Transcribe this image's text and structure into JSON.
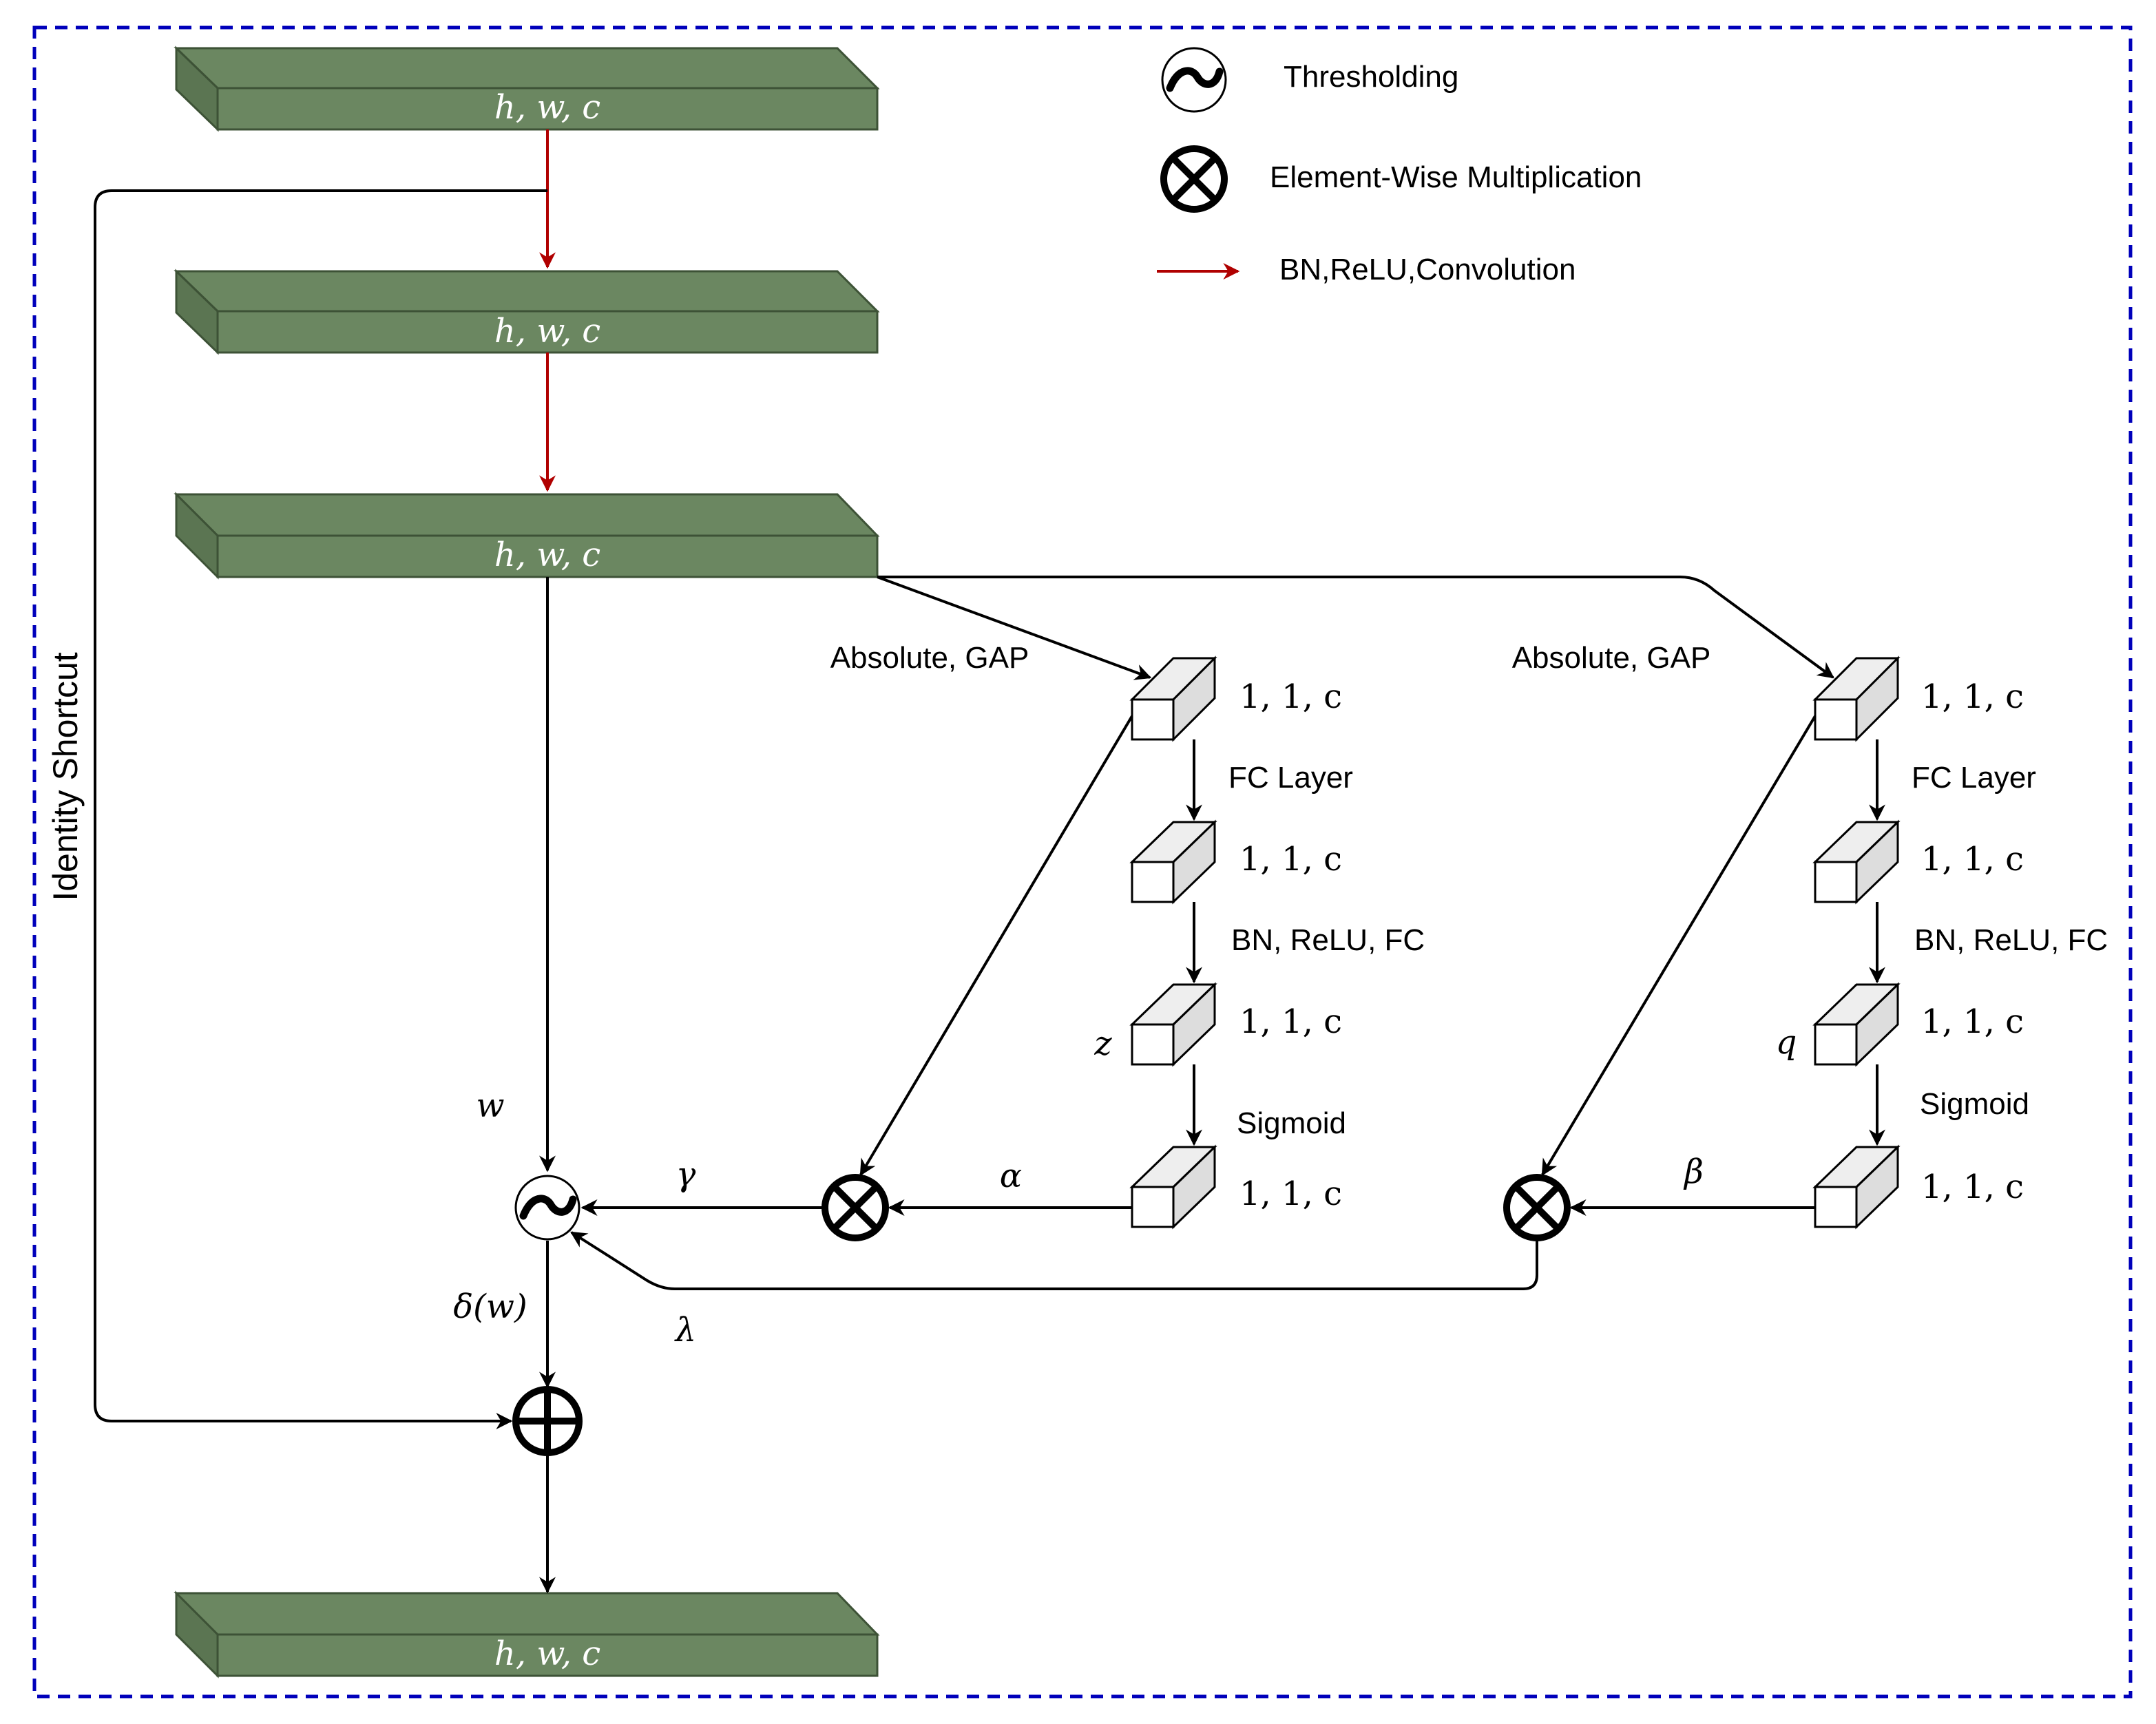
{
  "legend": {
    "thresholding": "Thresholding",
    "multiplication": "Element-Wise Multiplication",
    "bn_relu_conv": "BN,ReLU,Convolution"
  },
  "feature_maps": {
    "input": "h, w, c",
    "conv1": "h, w, c",
    "conv2": "h, w, c",
    "output": "h, w, c"
  },
  "shortcut_label": "Identity Shortcut",
  "branch_left": {
    "gap_label": "Absolute, GAP",
    "fc_label": "FC Layer",
    "bn_relu_fc_label": "BN, ReLU, FC",
    "sigmoid_label": "Sigmoid",
    "dims": [
      "1, 1, c",
      "1, 1, c",
      "1, 1, c",
      "1, 1, c"
    ],
    "var_label": "z",
    "output_symbol": "α"
  },
  "branch_right": {
    "gap_label": "Absolute, GAP",
    "fc_label": "FC Layer",
    "bn_relu_fc_label": "BN, ReLU, FC",
    "sigmoid_label": "Sigmoid",
    "dims": [
      "1, 1, c",
      "1, 1, c",
      "1, 1, c",
      "1, 1, c"
    ],
    "var_label": "q",
    "output_symbol": "β"
  },
  "symbols": {
    "w": "w",
    "gamma": "γ",
    "lambda": "λ",
    "delta_w": "δ(w)"
  },
  "colors": {
    "feature_map_fill": "#6b8761",
    "feature_map_dark": "#5b7552",
    "feature_map_stroke": "#3d5236",
    "conv_arrow": "#b00000",
    "frame": "#0000bb"
  }
}
